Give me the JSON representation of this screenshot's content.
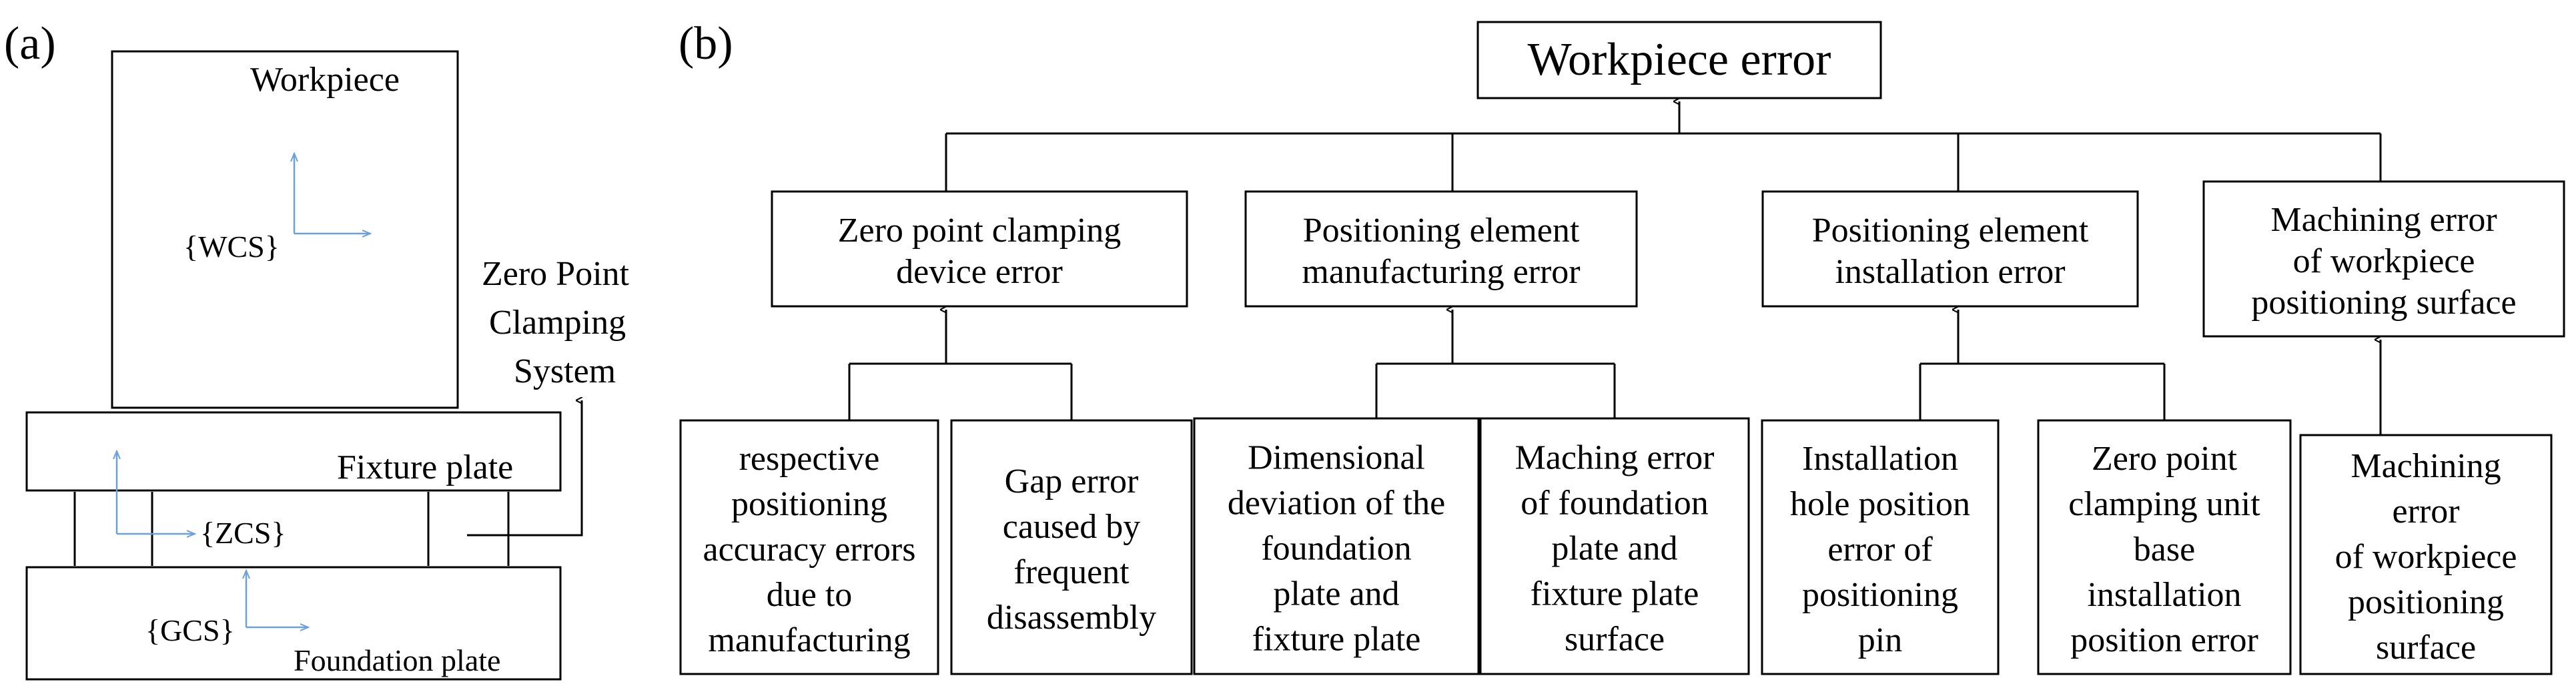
{
  "panel_a": {
    "tag": "(a)",
    "workpiece": "Workpiece",
    "wcs": "{WCS}",
    "zero_point_system": [
      "Zero Point",
      "Clamping",
      "System"
    ],
    "fixture_plate": "Fixture plate",
    "zcs": "{ZCS}",
    "gcs": "{GCS}",
    "foundation_plate": "Foundation plate"
  },
  "panel_b": {
    "tag": "(b)",
    "root": "Workpiece error",
    "categories": [
      {
        "label": [
          "Zero point clamping",
          "device error"
        ],
        "children": [
          [
            "respective",
            "positioning",
            "accuracy errors",
            "due to",
            "manufacturing"
          ],
          [
            "Gap error",
            "caused by",
            "frequent",
            "disassembly"
          ]
        ]
      },
      {
        "label": [
          "Positioning element",
          "manufacturing error"
        ],
        "children": [
          [
            "Dimensional",
            "deviation of the",
            "foundation",
            "plate and",
            "fixture plate"
          ],
          [
            "Maching error",
            "of foundation",
            "plate and",
            "fixture plate",
            "surface"
          ]
        ]
      },
      {
        "label": [
          "Positioning element",
          "installation error"
        ],
        "children": [
          [
            "Installation",
            "hole position",
            "error of",
            "positioning",
            "pin"
          ],
          [
            "Zero point",
            "clamping unit",
            "base",
            "installation",
            "position error"
          ]
        ]
      },
      {
        "label": [
          "Machining error",
          "of workpiece",
          "positioning surface"
        ],
        "children": [
          [
            "Machining",
            "error",
            "of workpiece",
            "positioning",
            "surface"
          ]
        ]
      }
    ]
  },
  "colors": {
    "line": "#000000",
    "axis": "#6a9fe0"
  }
}
